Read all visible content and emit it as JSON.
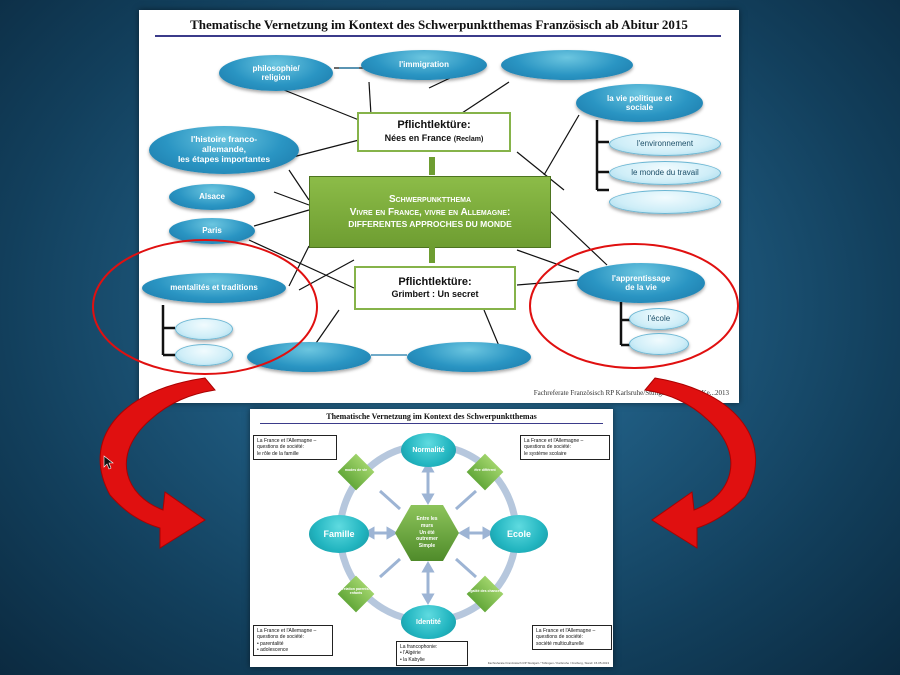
{
  "top_slide": {
    "title": "Thematische Vernetzung im Kontext des Schwerpunktthemas Französisch ab Abitur 2015",
    "nodes": {
      "philosophie": "philosophie/\nreligion",
      "immigration": "l'immigration",
      "blank_top_right": "",
      "vie_politique": "la vie politique et\nsociale",
      "environnement": "l'environnement",
      "monde_travail": "le monde du travail",
      "blank_right": "",
      "histoire": "l'histoire franco-\nallemande,\nles étapes importantes",
      "alsace": "Alsace",
      "paris": "Paris",
      "mentalites": "mentalités et traditions",
      "apprentissage": "l'apprentissage\nde la vie",
      "ecole": "l'école",
      "blank_sub1": "",
      "blank_sub2": "",
      "blank_bottom_left": "",
      "blank_bottom_right": "",
      "blank_apprentissage": ""
    },
    "pflicht1": {
      "label": "Pflichtlektüre:",
      "text": "Nées en France",
      "sub": "(Reclam)"
    },
    "pflicht2": {
      "label": "Pflichtlektüre:",
      "text": "Grimbert : Un secret"
    },
    "center": {
      "line1": "Schwerpunktthema",
      "line2": "Vivre en France, vivre en Allemagne:",
      "line3": "differentes approches du monde"
    },
    "credit": "Fachreferate Französisch  RP Karlsruhe/Stuttgart/Tübingen, Ke...2013"
  },
  "bottom_slide": {
    "title": "Thematische Vernetzung im Kontext des Schwerpunktthemas",
    "circles": {
      "top": "Normalité",
      "left": "Famille",
      "right": "Ecole",
      "bottom": "Identité"
    },
    "diamonds": {
      "tl": "modes de vie",
      "tr": "être différent",
      "bl": "relation parents-enfants",
      "br": "égalité des chances"
    },
    "hex": {
      "l1": "Entre les",
      "l2": "murs",
      "l3": "Un été",
      "l4": "outremer",
      "l5": "Simple"
    },
    "box_tl": {
      "l1": "La France et l'Allemagne –",
      "l2": "questions de société:",
      "l3": "le rôle de la famille"
    },
    "box_tr": {
      "l1": "La France et l'Allemagne –",
      "l2": "questions de société:",
      "l3": "le système scolaire"
    },
    "box_bl": {
      "l1": "La France et l'Allemagne –",
      "l2": "questions de société:",
      "l3": "• parentalité",
      "l4": "• adolescence"
    },
    "box_br": {
      "l1": "La France et l'Allemagne –",
      "l2": "questions de société:",
      "l3": "société multiculturelle"
    },
    "box_bc": {
      "l1": "La francophonie:",
      "l2": "• l'Algérie",
      "l3": "• la Kabylie"
    },
    "credit": "Fachreferate Französisch RP Stuttgart / Tübingen / Karlsruhe / Freiburg, Stand: 15.05.2013"
  },
  "colors": {
    "background": "#1f5b80",
    "ellipse": "#2a95c3",
    "green": "#6e9d31",
    "red": "#e01010",
    "teal": "#22b5c0"
  }
}
